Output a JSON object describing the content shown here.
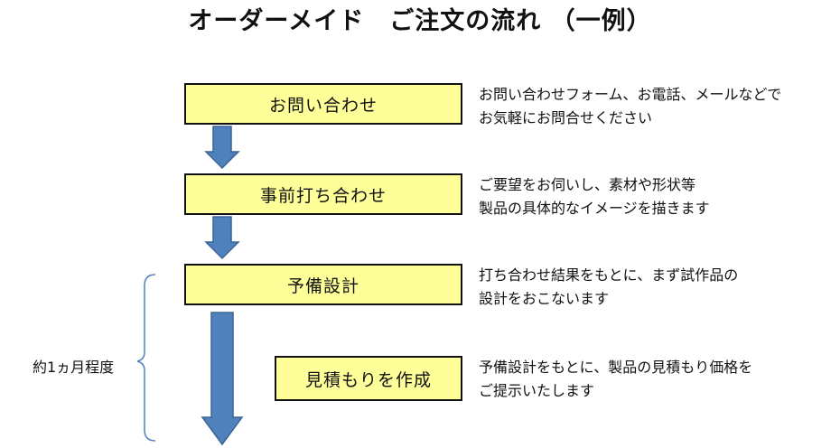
{
  "title": "オーダーメイド　ご注文の流れ （一例）",
  "steps": [
    {
      "label": "お問い合わせ",
      "desc": [
        "お問い合わせフォーム、お電話、メールなどで",
        "お気軽にお問合せください"
      ]
    },
    {
      "label": "事前打ち合わせ",
      "desc": [
        "ご要望をお伺いし、素材や形状等",
        "製品の具体的なイメージを描きます"
      ]
    },
    {
      "label": "予備設計",
      "desc": [
        "打ち合わせ結果をもとに、まず試作品の",
        "設計をおこないます"
      ]
    },
    {
      "label": "見積もりを作成",
      "desc": [
        "予備設計をもとに、製品の見積もり価格を",
        "ご提示いたします"
      ]
    }
  ],
  "duration_label": "約1ヵ月程度",
  "colors": {
    "box_fill": "#ffff99",
    "arrow_fill": "#4f81bd",
    "arrow_stroke": "#3a6494",
    "bracket": "#4f81bd"
  }
}
